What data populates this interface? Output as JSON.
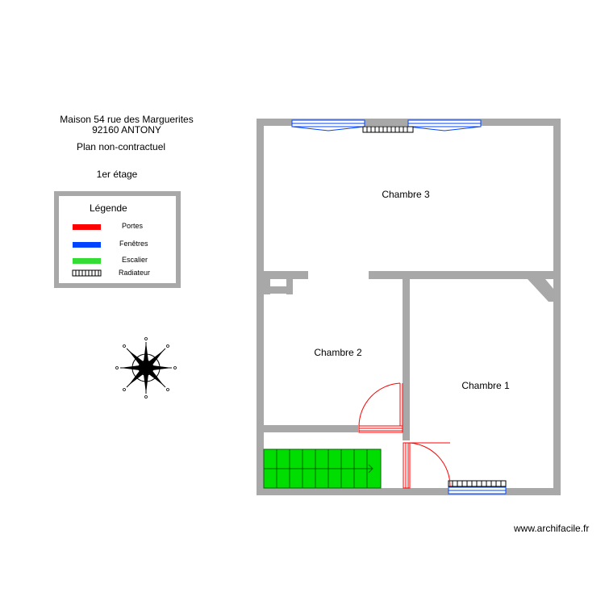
{
  "header": {
    "line1": "Maison 54 rue des Marguerites",
    "line2": "92160 ANTONY",
    "note": "Plan non-contractuel",
    "floor": "1er étage"
  },
  "legend": {
    "title": "Légende",
    "items": [
      {
        "label": "Portes",
        "color": "#ff0000"
      },
      {
        "label": "Fenêtres",
        "color": "#0044ff"
      },
      {
        "label": "Escalier",
        "color": "#33dd33"
      },
      {
        "label": "Radiateur",
        "icon": "radiator-icon"
      }
    ]
  },
  "rooms": {
    "chambre3": "Chambre 3",
    "chambre2": "Chambre 2",
    "chambre1": "Chambre 1"
  },
  "colors": {
    "wall": "#a8a8a8",
    "door": "#ff0000",
    "window": "#0044ff",
    "stairs": "#00dd00"
  },
  "compass": {
    "icon": "compass-rose-icon"
  },
  "watermark": "www.archifacile.fr"
}
